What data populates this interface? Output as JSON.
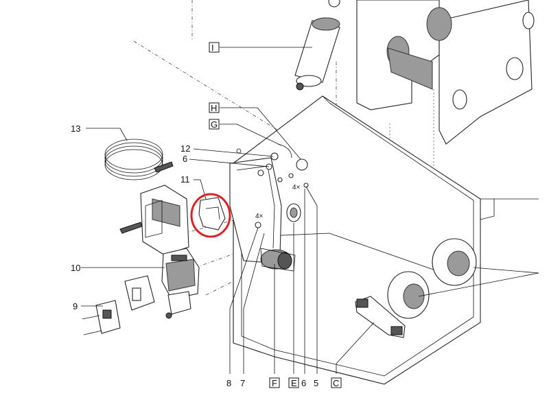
{
  "callouts": {
    "l13": "13",
    "l12": "12",
    "l6a": "6",
    "l11": "11",
    "l10": "10",
    "l9": "9",
    "l8": "8",
    "l7": "7",
    "l6b": "6",
    "l5": "5",
    "lI": "I",
    "lH": "H",
    "lG": "G",
    "lF": "F",
    "lE": "E",
    "lC": "C",
    "q4x_a": "4×",
    "q4x_b": "4×"
  },
  "highlight": {
    "color": "#e02020"
  }
}
